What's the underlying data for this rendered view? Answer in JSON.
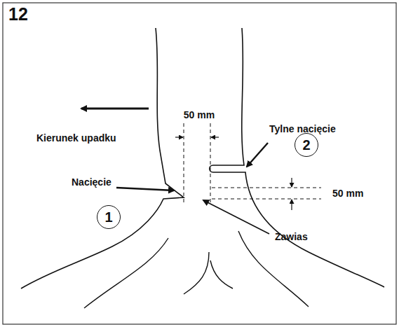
{
  "diagram": {
    "title": "12",
    "nodes": [
      {
        "text": [
          "2"
        ]
      },
      {
        "text": [
          "1"
        ]
      }
    ],
    "labels": [
      "50 mm",
      "Tylne nacięcie",
      "Kierunek upadku",
      "Nacięcie",
      "50 mm",
      "Zawias"
    ]
  }
}
